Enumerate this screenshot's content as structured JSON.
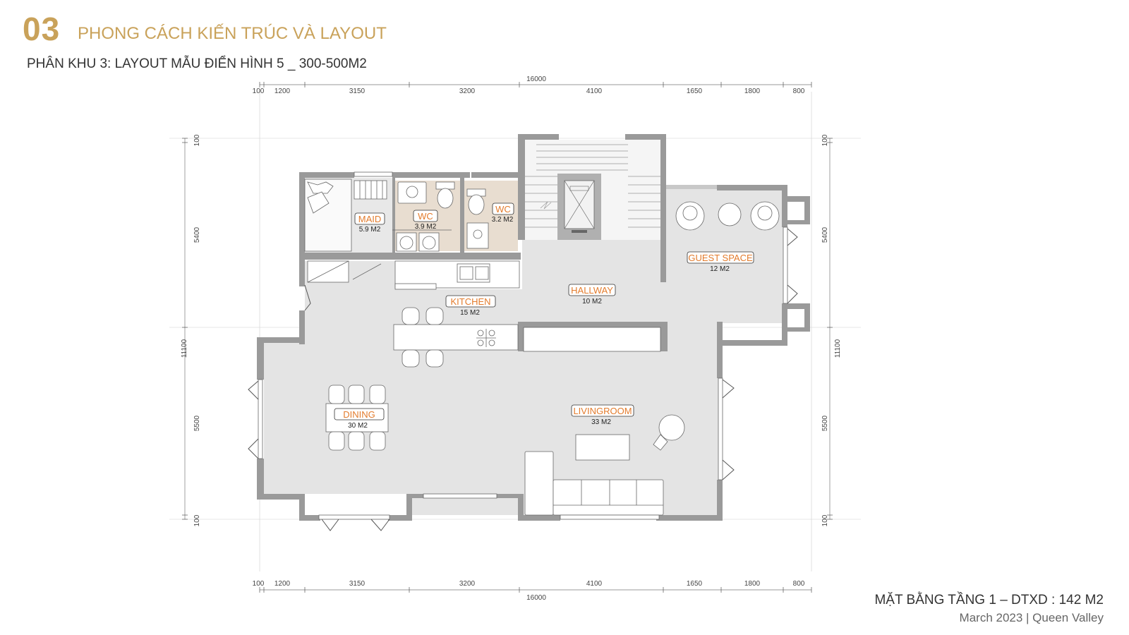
{
  "header": {
    "number": "03",
    "title": "PHONG CÁCH KIẾN TRÚC VÀ LAYOUT",
    "subtitle": "PHÂN KHU 3: LAYOUT MẪU ĐIỂN HÌNH 5 _ 300-500M2"
  },
  "footer": {
    "title": "MẶT BẰNG TẦNG 1 – DTXD : 142 M2",
    "date": "March 2023  |  Queen Valley"
  },
  "dimensions": {
    "top_total": "16000",
    "top_segments": [
      "100",
      "1200",
      "3150",
      "3200",
      "4100",
      "1650",
      "1800",
      "800"
    ],
    "bottom_total": "16000",
    "bottom_segments": [
      "100",
      "1200",
      "3150",
      "3200",
      "4100",
      "1650",
      "1800",
      "800"
    ],
    "left_total": "11100",
    "left_segments": [
      "100",
      "5400",
      "5500",
      "100"
    ],
    "right_total": "11100",
    "right_segments": [
      "100",
      "5400",
      "5500",
      "100"
    ]
  },
  "rooms": {
    "maid": {
      "label": "MAID",
      "area": "5.9 M2"
    },
    "wc1": {
      "label": "WC",
      "area": "3.9 M2"
    },
    "wc2": {
      "label": "WC",
      "area": "3.2 M2"
    },
    "guest": {
      "label": "GUEST SPACE",
      "area": "12 M2"
    },
    "hallway": {
      "label": "HALLWAY",
      "area": "10 M2"
    },
    "kitchen": {
      "label": "KITCHEN",
      "area": "15 M2"
    },
    "dining": {
      "label": "DINING",
      "area": "30 M2"
    },
    "living": {
      "label": "LIVINGROOM",
      "area": "33 M2"
    }
  },
  "colors": {
    "accent": "#c9a25a",
    "label": "#e37b2c",
    "wall": "#9a9a9a",
    "floor": "#e4e4e4",
    "wc_floor": "#e8ddd0"
  }
}
